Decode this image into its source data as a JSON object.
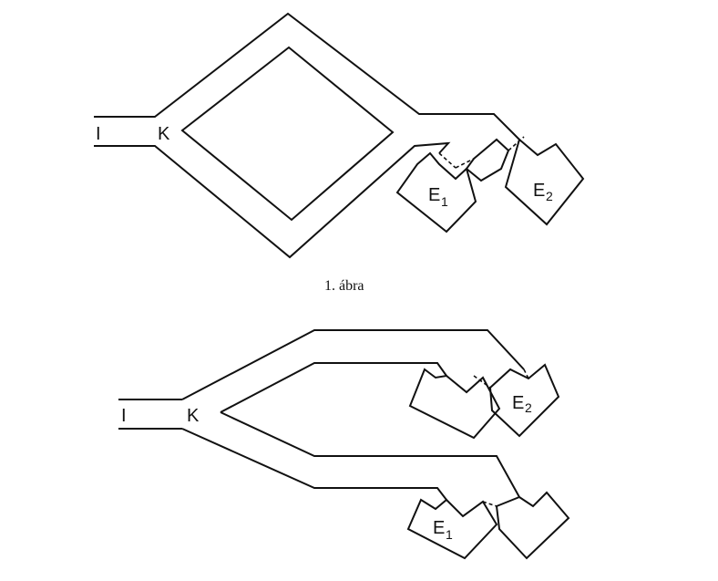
{
  "figure1": {
    "label_i": "I",
    "label_k": "K",
    "label_e1": "E",
    "label_e1_sub": "1",
    "label_e2": "E",
    "label_e2_sub": "2",
    "caption": "1. ábra"
  },
  "figure2": {
    "label_i": "I",
    "label_k": "K",
    "label_e1": "E",
    "label_e1_sub": "1",
    "label_e2": "E",
    "label_e2_sub": "2"
  }
}
